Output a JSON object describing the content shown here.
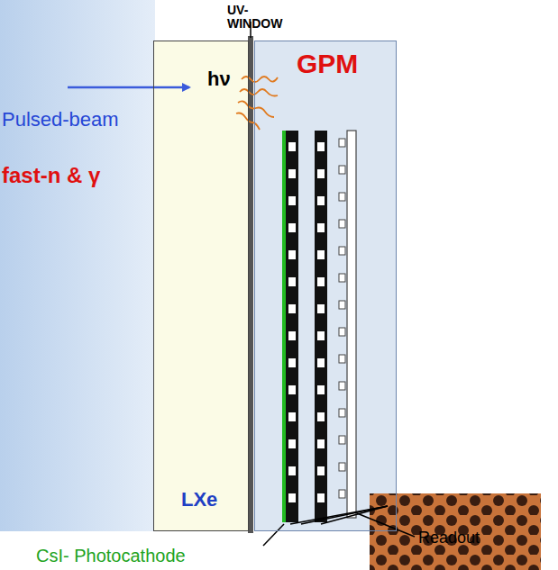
{
  "diagram": {
    "nodes": [
      {
        "text": [
          "LXe"
        ]
      },
      {
        "text": [
          "GPM"
        ]
      }
    ],
    "labels": [
      "UV- WINDOW",
      "hν",
      "Pulsed-beam",
      "fast-n & γ",
      "Readout",
      "CsI- Photocathode"
    ]
  }
}
